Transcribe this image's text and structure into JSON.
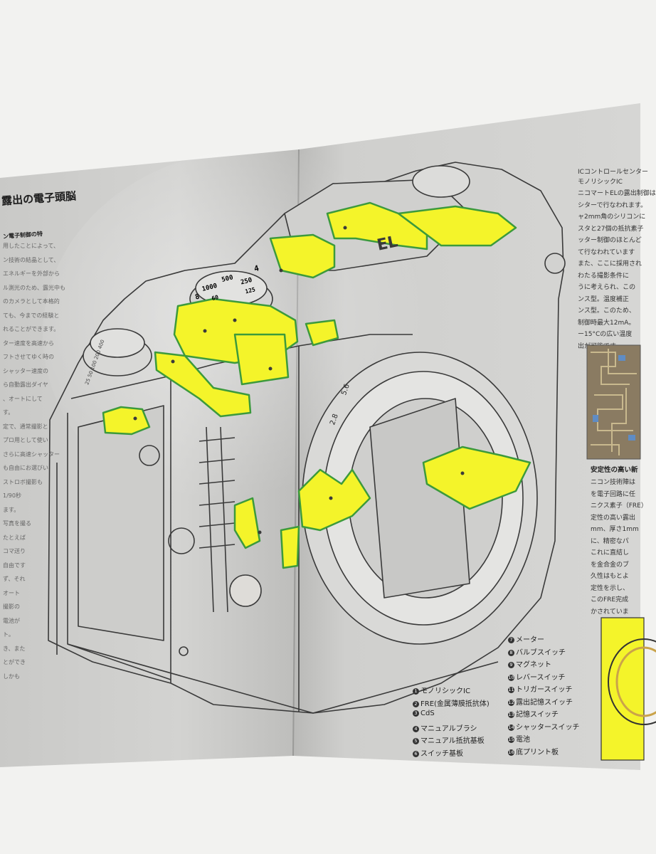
{
  "left_page": {
    "heading": "露出の電子頭脳",
    "subheading": "ン電子制御の特",
    "text_fragments": [
      "用したことによって、",
      "ン技術の結晶として、",
      "エネルギーを外部から",
      "ル測光のため、露光中も",
      "のカメラとして本格的",
      "ても、今までの経験と",
      "れることができます。",
      "ター速度を高速から",
      "フトさせてゆく時の",
      "シャッター速度の",
      "ら自動露出ダイヤ",
      "、オートにして",
      "す。",
      "定で、通常撮影と",
      "プロ用として使い",
      "さらに高速シャッター",
      "も自由にお選びい",
      "ストロボ撮影も",
      "1/90秒",
      "ます。",
      "写真を撮る",
      "たとえば",
      "コマ送り",
      "自由です",
      "ず、それ",
      "オート",
      "撮影の",
      "電池が",
      "ト。",
      "き、また",
      "とができ",
      "しかも"
    ]
  },
  "right_page": {
    "section1_title": "ICコントロールセンター",
    "section1_subtitle": "モノリシックIC",
    "section1_lines": [
      "ニコマートELの露出制御は",
      "シターで行なわれます。",
      "ャ2mm角のシリコンに",
      "スタと27個の抵抗素子",
      "ッター制御のほとんど",
      "て行なわれています",
      "また、ここに採用され",
      "わたる撮影条件に",
      "うに考えられ、この",
      "ンス型。温度補正",
      "ンス型。このため、",
      "制御時最大12mA。",
      "ー15°Cの広い温度",
      "出が可能です。"
    ],
    "section2_title": "安定性の高い新",
    "section2_lines": [
      "ニコン技術陣は",
      "を電子回路に任",
      "ニクス素子（FRE）",
      "定性の高い露出",
      "mm、厚さ1mm",
      "に、精密なパ",
      "これに直結し",
      "を金合金のブ",
      "久性はもとよ",
      "定性を示し、",
      "このFRE完成",
      "かされていま"
    ]
  },
  "camera_labels": {
    "brand_mark": "EL",
    "dial_numbers": [
      "1000",
      "500",
      "250",
      "125",
      "60",
      "4",
      "8"
    ],
    "aperture_numbers": [
      "5.6",
      "2.8"
    ],
    "iso_scale": "25 50 100 200 400"
  },
  "legend_left": [
    {
      "num": "1",
      "label": "モノリシックIC"
    },
    {
      "num": "2",
      "label": "FRE(金属薄膜抵抗体)"
    },
    {
      "num": "3",
      "label": "CdS"
    },
    {
      "num": "4",
      "label": "マニュアルブラシ"
    },
    {
      "num": "5",
      "label": "マニュアル抵抗基板"
    },
    {
      "num": "6",
      "label": "スイッチ基板"
    }
  ],
  "legend_right": [
    {
      "num": "7",
      "label": "メーター"
    },
    {
      "num": "8",
      "label": "バルブスイッチ"
    },
    {
      "num": "9",
      "label": "マグネット"
    },
    {
      "num": "10",
      "label": "レバースイッチ"
    },
    {
      "num": "11",
      "label": "トリガースイッチ"
    },
    {
      "num": "12",
      "label": "露出記憶スイッチ"
    },
    {
      "num": "13",
      "label": "記憶スイッチ"
    },
    {
      "num": "14",
      "label": "シャッタースイッチ"
    },
    {
      "num": "15",
      "label": "電池"
    },
    {
      "num": "16",
      "label": "底プリント板"
    }
  ],
  "colors": {
    "paper": "#f2f2f0",
    "highlight": "#f4f42a",
    "highlight_edge": "#3c9a3c",
    "ink": "#3a3a3a"
  }
}
